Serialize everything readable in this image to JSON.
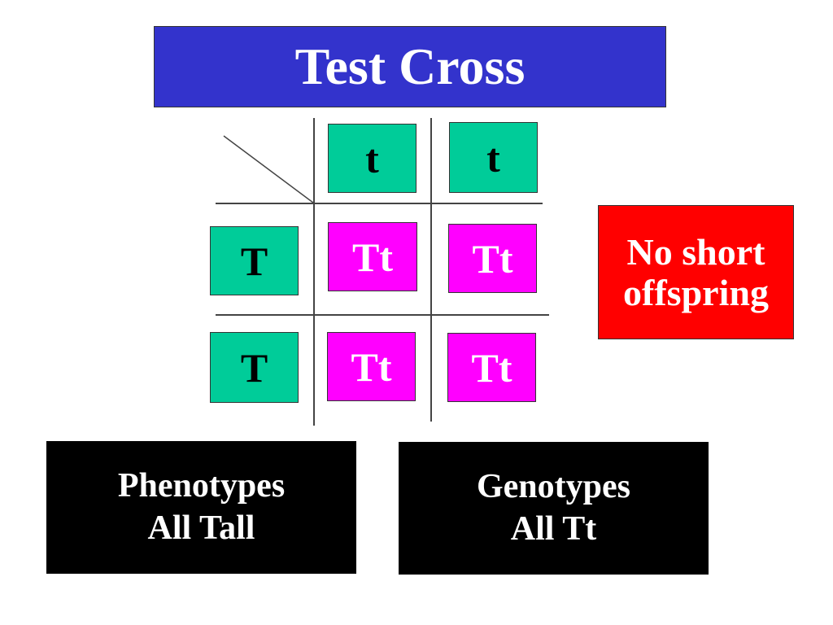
{
  "title": "Test Cross",
  "punnett": {
    "top_alleles": [
      "t",
      "t"
    ],
    "side_alleles": [
      "T",
      "T"
    ],
    "cells": [
      [
        "Tt",
        "Tt"
      ],
      [
        "Tt",
        "Tt"
      ]
    ]
  },
  "note": {
    "line1": "No short",
    "line2": "offspring"
  },
  "phenotypes": {
    "line1": "Phenotypes",
    "line2": "All Tall"
  },
  "genotypes": {
    "line1": "Genotypes",
    "line2": "All Tt"
  },
  "colors": {
    "title_bg": "#3333cc",
    "allele_bg": "#00cc99",
    "offspring_bg": "#ff00ff",
    "note_bg": "#ff0000",
    "summary_bg": "#000000"
  }
}
